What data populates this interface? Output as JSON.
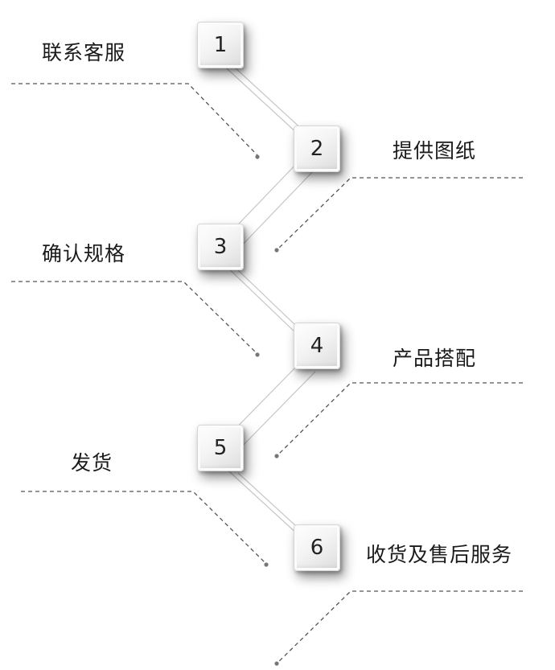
{
  "steps": [
    {
      "number": "1",
      "label": "联系客服"
    },
    {
      "number": "2",
      "label": "提供图纸"
    },
    {
      "number": "3",
      "label": "确认规格"
    },
    {
      "number": "4",
      "label": "产品搭配"
    },
    {
      "number": "5",
      "label": "发货"
    },
    {
      "number": "6",
      "label": "收货及售后服务"
    }
  ],
  "colors": {
    "label_text": "#1a1a1a",
    "number_text": "#222222",
    "dashed_line": "#555555",
    "connector_line": "#c8c8c8"
  }
}
